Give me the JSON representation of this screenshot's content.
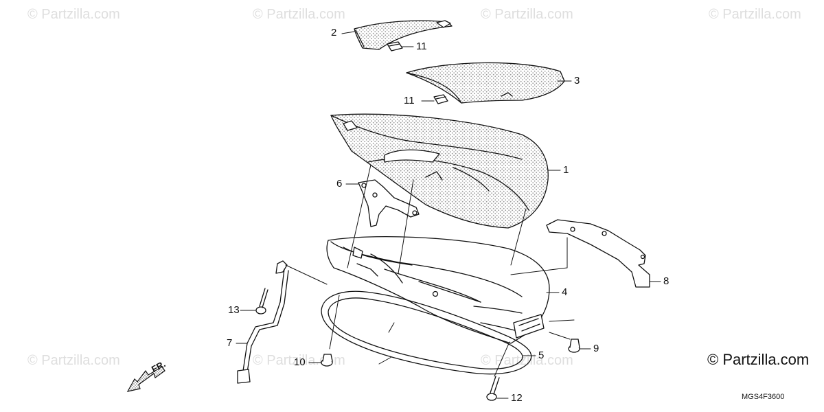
{
  "watermark_text": "© Partzilla.com",
  "copyright": "© Partzilla.com",
  "diagram_code": "MGS4F3600",
  "direction_label": "FR.",
  "callouts": {
    "c1": "1",
    "c2": "2",
    "c3": "3",
    "c4": "4",
    "c5": "5",
    "c6": "6",
    "c7": "7",
    "c8": "8",
    "c9": "9",
    "c10": "10",
    "c11a": "11",
    "c11b": "11",
    "c12": "12",
    "c13": "13"
  }
}
